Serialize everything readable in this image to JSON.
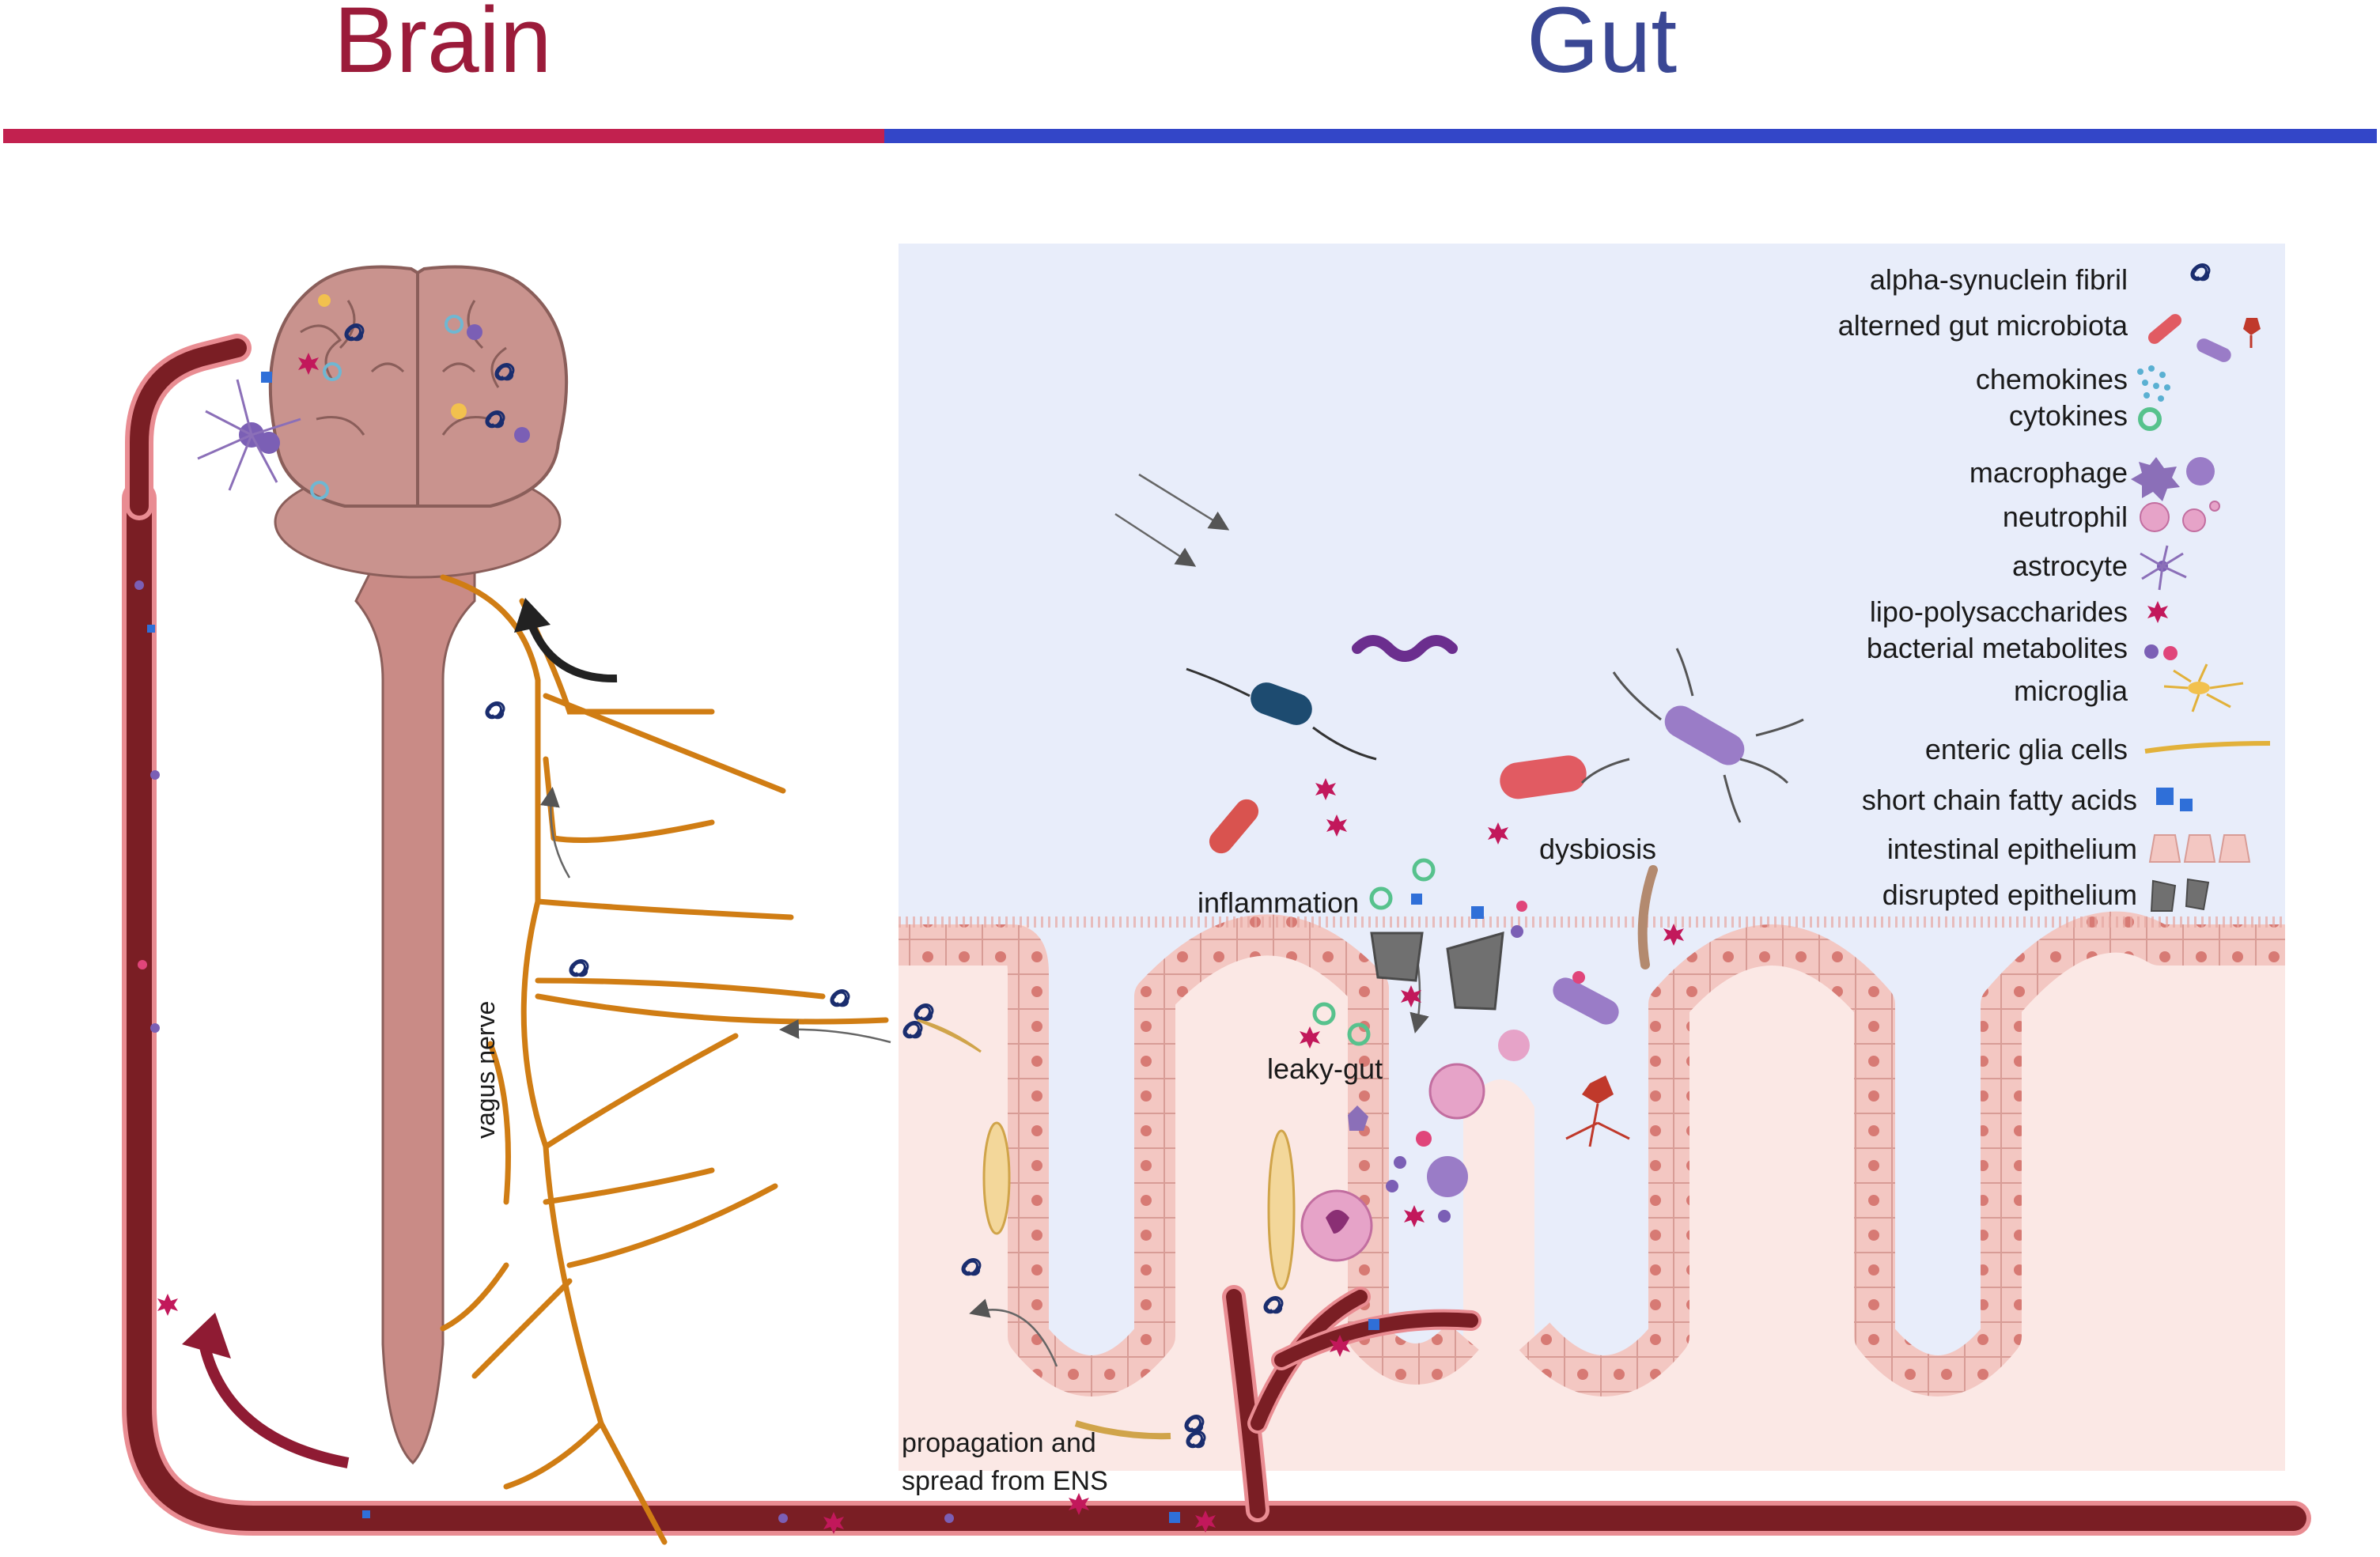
{
  "headers": {
    "brain": "Brain",
    "gut": "Gut"
  },
  "colors": {
    "brain_accent": "#9b1b3a",
    "brain_bar": "#c2214f",
    "gut_accent": "#3a4794",
    "gut_bar": "#3346c8",
    "lumen": "#e8edfa",
    "tissue": "#fbe8e5",
    "epithelium": "#f3c7c2",
    "vessel": "#7a1e24",
    "nerve": "#d07d14",
    "spinal_cord": "#c98b86"
  },
  "labels": {
    "vagus": "vagus nerve",
    "inflammation": "inflammation",
    "dysbiosis": "dysbiosis",
    "leaky_gut": "leaky-gut",
    "propagation_line1": "propagation and",
    "propagation_line2": "spread from ENS"
  },
  "legend": [
    {
      "label": "alpha-synuclein fibril",
      "icon": "fibril-icon"
    },
    {
      "label": "alterned gut microbiota",
      "icon": "bacteria-icon"
    },
    {
      "label": "chemokines",
      "icon": "chemokine-icon"
    },
    {
      "label": "cytokines",
      "icon": "cytokine-icon"
    },
    {
      "label": "macrophage",
      "icon": "macrophage-icon"
    },
    {
      "label": "neutrophil",
      "icon": "neutrophil-icon"
    },
    {
      "label": "astrocyte",
      "icon": "astrocyte-icon"
    },
    {
      "label": "lipo-polysaccharides",
      "icon": "lps-icon"
    },
    {
      "label": "bacterial metabolites",
      "icon": "metabolite-icon"
    },
    {
      "label": "microglia",
      "icon": "microglia-icon"
    },
    {
      "label": "enteric glia cells",
      "icon": "enteric-glia-icon"
    },
    {
      "label": "short chain fatty acids",
      "icon": "scfa-icon"
    },
    {
      "label": "intestinal epithelium",
      "icon": "epithelium-icon"
    },
    {
      "label": "disrupted epithelium",
      "icon": "disrupted-epithelium-icon"
    }
  ]
}
